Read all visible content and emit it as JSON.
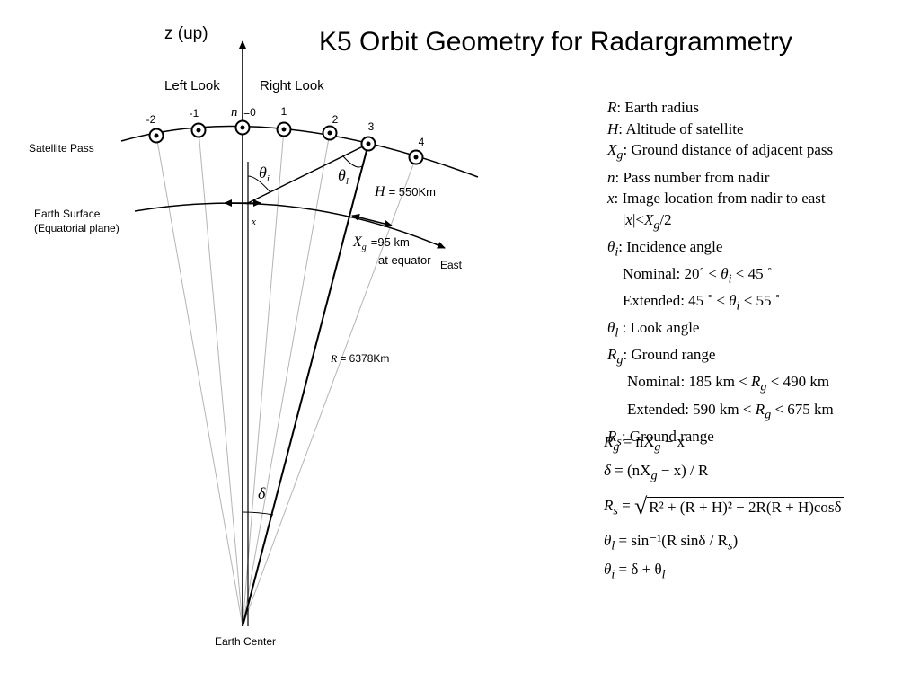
{
  "title": "K5 Orbit Geometry for Radargrammetry",
  "labels": {
    "z_up": "z (up)",
    "left_look": "Left Look",
    "right_look": "Right Look",
    "satellite_pass": "Satellite Pass",
    "earth_surface": "Earth Surface",
    "equatorial_plane": "(Equatorial plane)",
    "east": "East",
    "earth_center": "Earth Center",
    "x_mark": "x",
    "H_sym": "H",
    "H_val": "= 550Km",
    "Xg_sym": "X",
    "Xg_sub": "g",
    "Xg_val": "=95 km",
    "at_equator": "at equator",
    "R_sym": "R",
    "R_val": "= 6378Km",
    "n_sym": "n",
    "theta": "θ",
    "sub_i": "i",
    "sub_l": "l",
    "delta": "δ"
  },
  "pass_numbers": [
    "-2",
    "-1",
    "=0",
    "1",
    "2",
    "3",
    "4"
  ],
  "legend": {
    "R": ": Earth radius",
    "H": ": Altitude of satellite",
    "Xg": ": Ground distance of adjacent pass",
    "n": ": Pass number from nadir",
    "x": ": Image location from nadir to east",
    "x_cond_bar1": "|",
    "x_cond_lt": "|<",
    "x_cond_tail": "/2",
    "theta_i": ": Incidence angle",
    "theta_i_nom_label": "Nominal: 20˚ <",
    "theta_i_nom_tail": "< 45 ˚",
    "theta_i_ext_label": "Extended: 45 ˚ <",
    "theta_i_ext_tail": "< 55 ˚",
    "theta_l": ": Look angle",
    "Rg": ": Ground range",
    "Rg_nom_label": "Nominal: 185 km <",
    "Rg_nom_tail": "< 490 km",
    "Rg_ext_label": "Extended: 590 km <",
    "Rg_ext_tail": "< 675 km",
    "Rs": ": Ground range"
  },
  "equations": {
    "eq1_rhs": "= nX",
    "eq1_tail": "− x",
    "eq2_lhs": "δ",
    "eq2_rhs": "= (nX",
    "eq2_tail": "− x) / R",
    "eq3_eq": "=",
    "eq3_rad": "R² + (R + H)² − 2R(R + H)cosδ",
    "eq4_rhs": "= sin⁻¹(R sinδ / R",
    "eq4_tail": ")",
    "eq5_rhs": "= δ + θ"
  }
}
